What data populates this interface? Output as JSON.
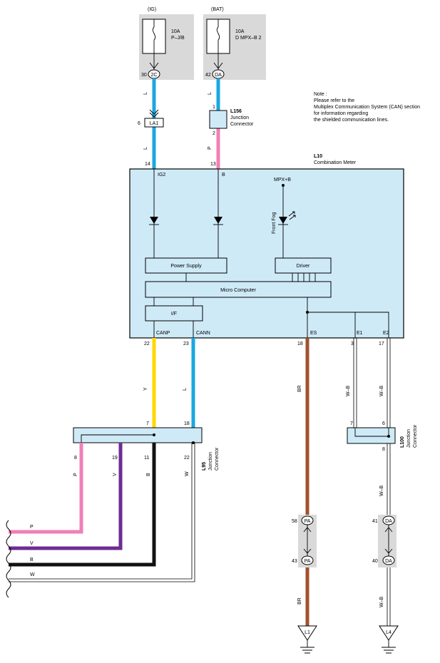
{
  "colors": {
    "blue": "#1aa7e0",
    "pink": "#f07fb6",
    "yellow": "#ffd800",
    "violet": "#6f2c91",
    "black": "#111111",
    "brown": "#a0522d",
    "module_fill": "#cfeaf7",
    "gray_panel": "#d9d9d9"
  },
  "power": {
    "ig_label": "(IG)",
    "bat_label": "(BAT)",
    "fuse1_amp": "10A",
    "fuse1_name": "P–J/B",
    "fuse2_amp": "10A",
    "fuse2_name": "D MPX–B 2",
    "pin_30": "30",
    "conn_2c": "2C",
    "pin_42": "42",
    "conn_da": "DA"
  },
  "note": {
    "title": "Note :",
    "line1": "Please refer to the",
    "line2": "Multiplex Communication System (CAN) section",
    "line3": "for information regarding",
    "line4": "the shielded communication lines."
  },
  "wires": {
    "L": "L",
    "P": "P",
    "Y": "Y",
    "BR": "BR",
    "WB": "W–B",
    "V": "V",
    "B": "B",
    "W": "W"
  },
  "la1": {
    "pin": "6",
    "name": "LA1"
  },
  "l156": {
    "id": "L156",
    "desc1": "Junction",
    "desc2": "Connector",
    "pin_top": "1",
    "pin_bottom": "2"
  },
  "meter": {
    "id": "L10",
    "desc": "Combination Meter",
    "pin14": "14",
    "pin13": "13",
    "ig2": "IG2",
    "b": "B",
    "mpxb": "MPX+B",
    "front_fog": "Front Fog",
    "power_supply": "Power Supply",
    "driver": "Driver",
    "micro": "Micro Computer",
    "if": "I/F",
    "canp": "CANP",
    "cann": "CANN",
    "es": "ES",
    "e1": "E1",
    "e2": "E2",
    "pin22": "22",
    "pin23": "23",
    "pin18": "18",
    "pin3": "3",
    "pin17": "17"
  },
  "l95": {
    "id": "L95",
    "desc1": "Junction",
    "desc2": "Connector",
    "pin7": "7",
    "pin18": "18",
    "pin8": "8",
    "pin19": "19",
    "pin11": "11",
    "pin22": "22"
  },
  "l100": {
    "id": "L100",
    "desc1": "Junction",
    "desc2": "Connector",
    "pin7": "7",
    "pin6": "6",
    "pin8": "8"
  },
  "gnd_conn": {
    "pin58": "58",
    "pa": "PA",
    "pin43": "43",
    "pin41": "41",
    "da": "DA",
    "pin40": "40"
  },
  "grounds": {
    "l1": "L1",
    "l4": "L4"
  }
}
